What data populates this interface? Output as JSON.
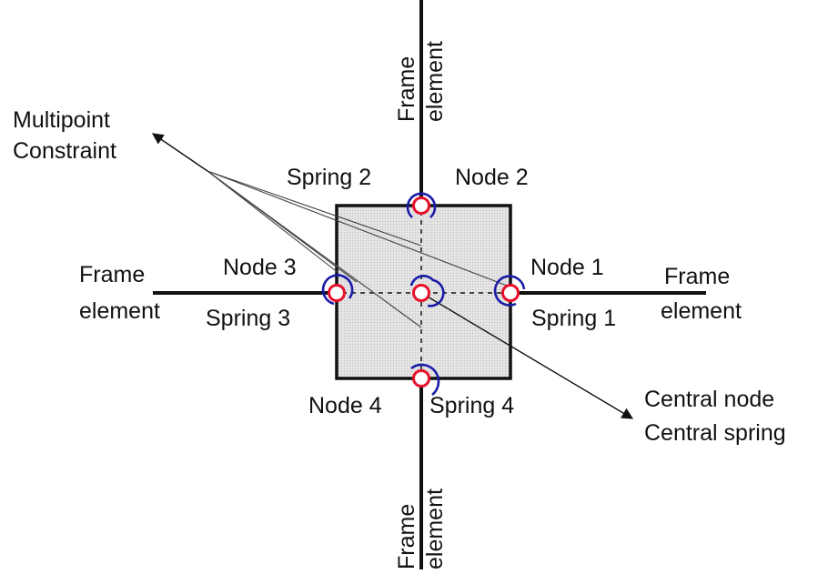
{
  "labels": {
    "frame_top": [
      "Frame",
      "element"
    ],
    "frame_bottom": [
      "Frame",
      "element"
    ],
    "frame_left": [
      "Frame",
      "element"
    ],
    "frame_right": [
      "Frame",
      "element"
    ],
    "node1": "Node 1",
    "node2": "Node 2",
    "node3": "Node 3",
    "node4": "Node 4",
    "spring1": "Spring 1",
    "spring2": "Spring 2",
    "spring3": "Spring 3",
    "spring4": "Spring 4",
    "mpc": [
      "Multipoint",
      "Constraint"
    ],
    "central": [
      "Central node",
      "Central spring"
    ]
  },
  "colors": {
    "node_fill": "#ffffff",
    "node_stroke": "#e8102a",
    "spring_stroke": "#1a1aa8",
    "panel_fill": "#dcdcdc",
    "line": "#111111"
  }
}
